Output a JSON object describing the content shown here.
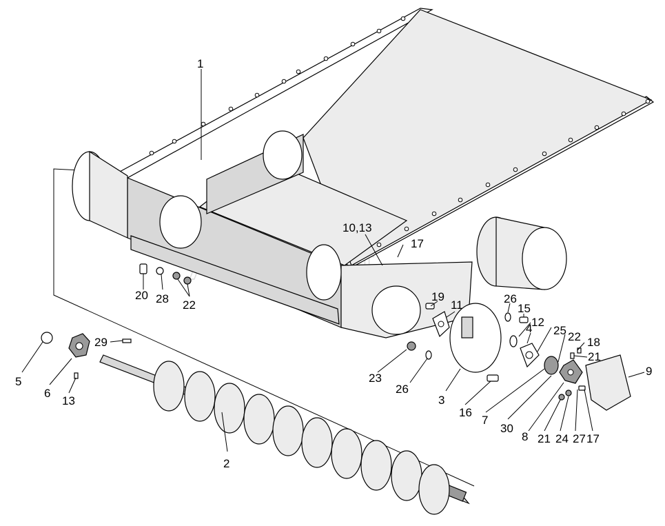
{
  "watermark": "AutoSoft",
  "callouts": [
    {
      "id": "c1",
      "text": "1"
    },
    {
      "id": "c2",
      "text": "2"
    },
    {
      "id": "c3",
      "text": "3"
    },
    {
      "id": "c4",
      "text": "4"
    },
    {
      "id": "c5",
      "text": "5"
    },
    {
      "id": "c6",
      "text": "6"
    },
    {
      "id": "c7",
      "text": "7"
    },
    {
      "id": "c8",
      "text": "8"
    },
    {
      "id": "c9",
      "text": "9"
    },
    {
      "id": "c1013",
      "text": "10,13"
    },
    {
      "id": "c11",
      "text": "11"
    },
    {
      "id": "c12",
      "text": "12"
    },
    {
      "id": "c13",
      "text": "13"
    },
    {
      "id": "c15",
      "text": "15"
    },
    {
      "id": "c16",
      "text": "16"
    },
    {
      "id": "c17a",
      "text": "17"
    },
    {
      "id": "c17b",
      "text": "17"
    },
    {
      "id": "c18",
      "text": "18"
    },
    {
      "id": "c19",
      "text": "19"
    },
    {
      "id": "c20",
      "text": "20"
    },
    {
      "id": "c21a",
      "text": "21"
    },
    {
      "id": "c21b",
      "text": "21"
    },
    {
      "id": "c22a",
      "text": "22"
    },
    {
      "id": "c22b",
      "text": "22"
    },
    {
      "id": "c23",
      "text": "23"
    },
    {
      "id": "c24",
      "text": "24"
    },
    {
      "id": "c25",
      "text": "25"
    },
    {
      "id": "c26a",
      "text": "26"
    },
    {
      "id": "c26b",
      "text": "26"
    },
    {
      "id": "c27",
      "text": "27"
    },
    {
      "id": "c28",
      "text": "28"
    },
    {
      "id": "c29",
      "text": "29"
    },
    {
      "id": "c30",
      "text": "30"
    }
  ]
}
